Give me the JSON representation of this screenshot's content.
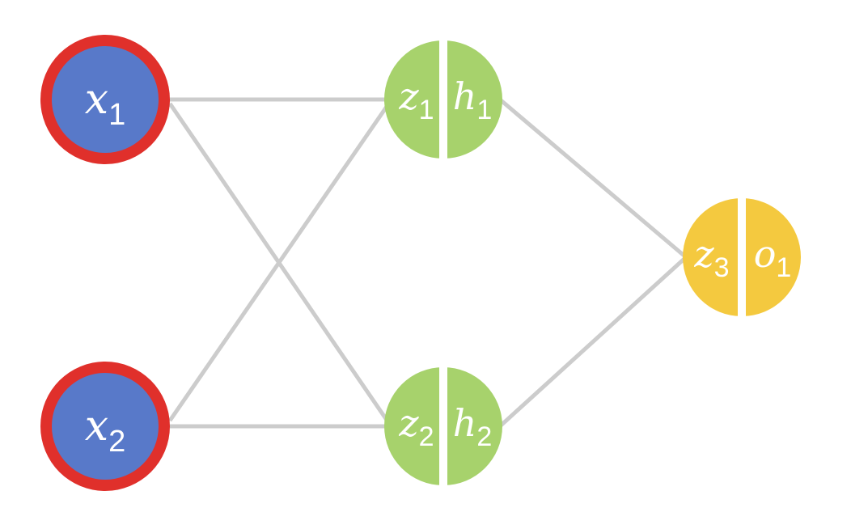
{
  "colors": {
    "input_fill": "#5879c9",
    "input_ring": "#e0302b",
    "hidden_fill": "#a7d26c",
    "output_fill": "#f4c93f",
    "edge": "#cccccc",
    "divider": "#ffffff"
  },
  "nodes": {
    "x1": {
      "var": "x",
      "sub": "1"
    },
    "x2": {
      "var": "x",
      "sub": "2"
    },
    "h1": {
      "left": {
        "var": "z",
        "sub": "1"
      },
      "right": {
        "var": "h",
        "sub": "1"
      }
    },
    "h2": {
      "left": {
        "var": "z",
        "sub": "2"
      },
      "right": {
        "var": "h",
        "sub": "2"
      }
    },
    "o1": {
      "left": {
        "var": "z",
        "sub": "3"
      },
      "right": {
        "var": "o",
        "sub": "1"
      }
    }
  }
}
